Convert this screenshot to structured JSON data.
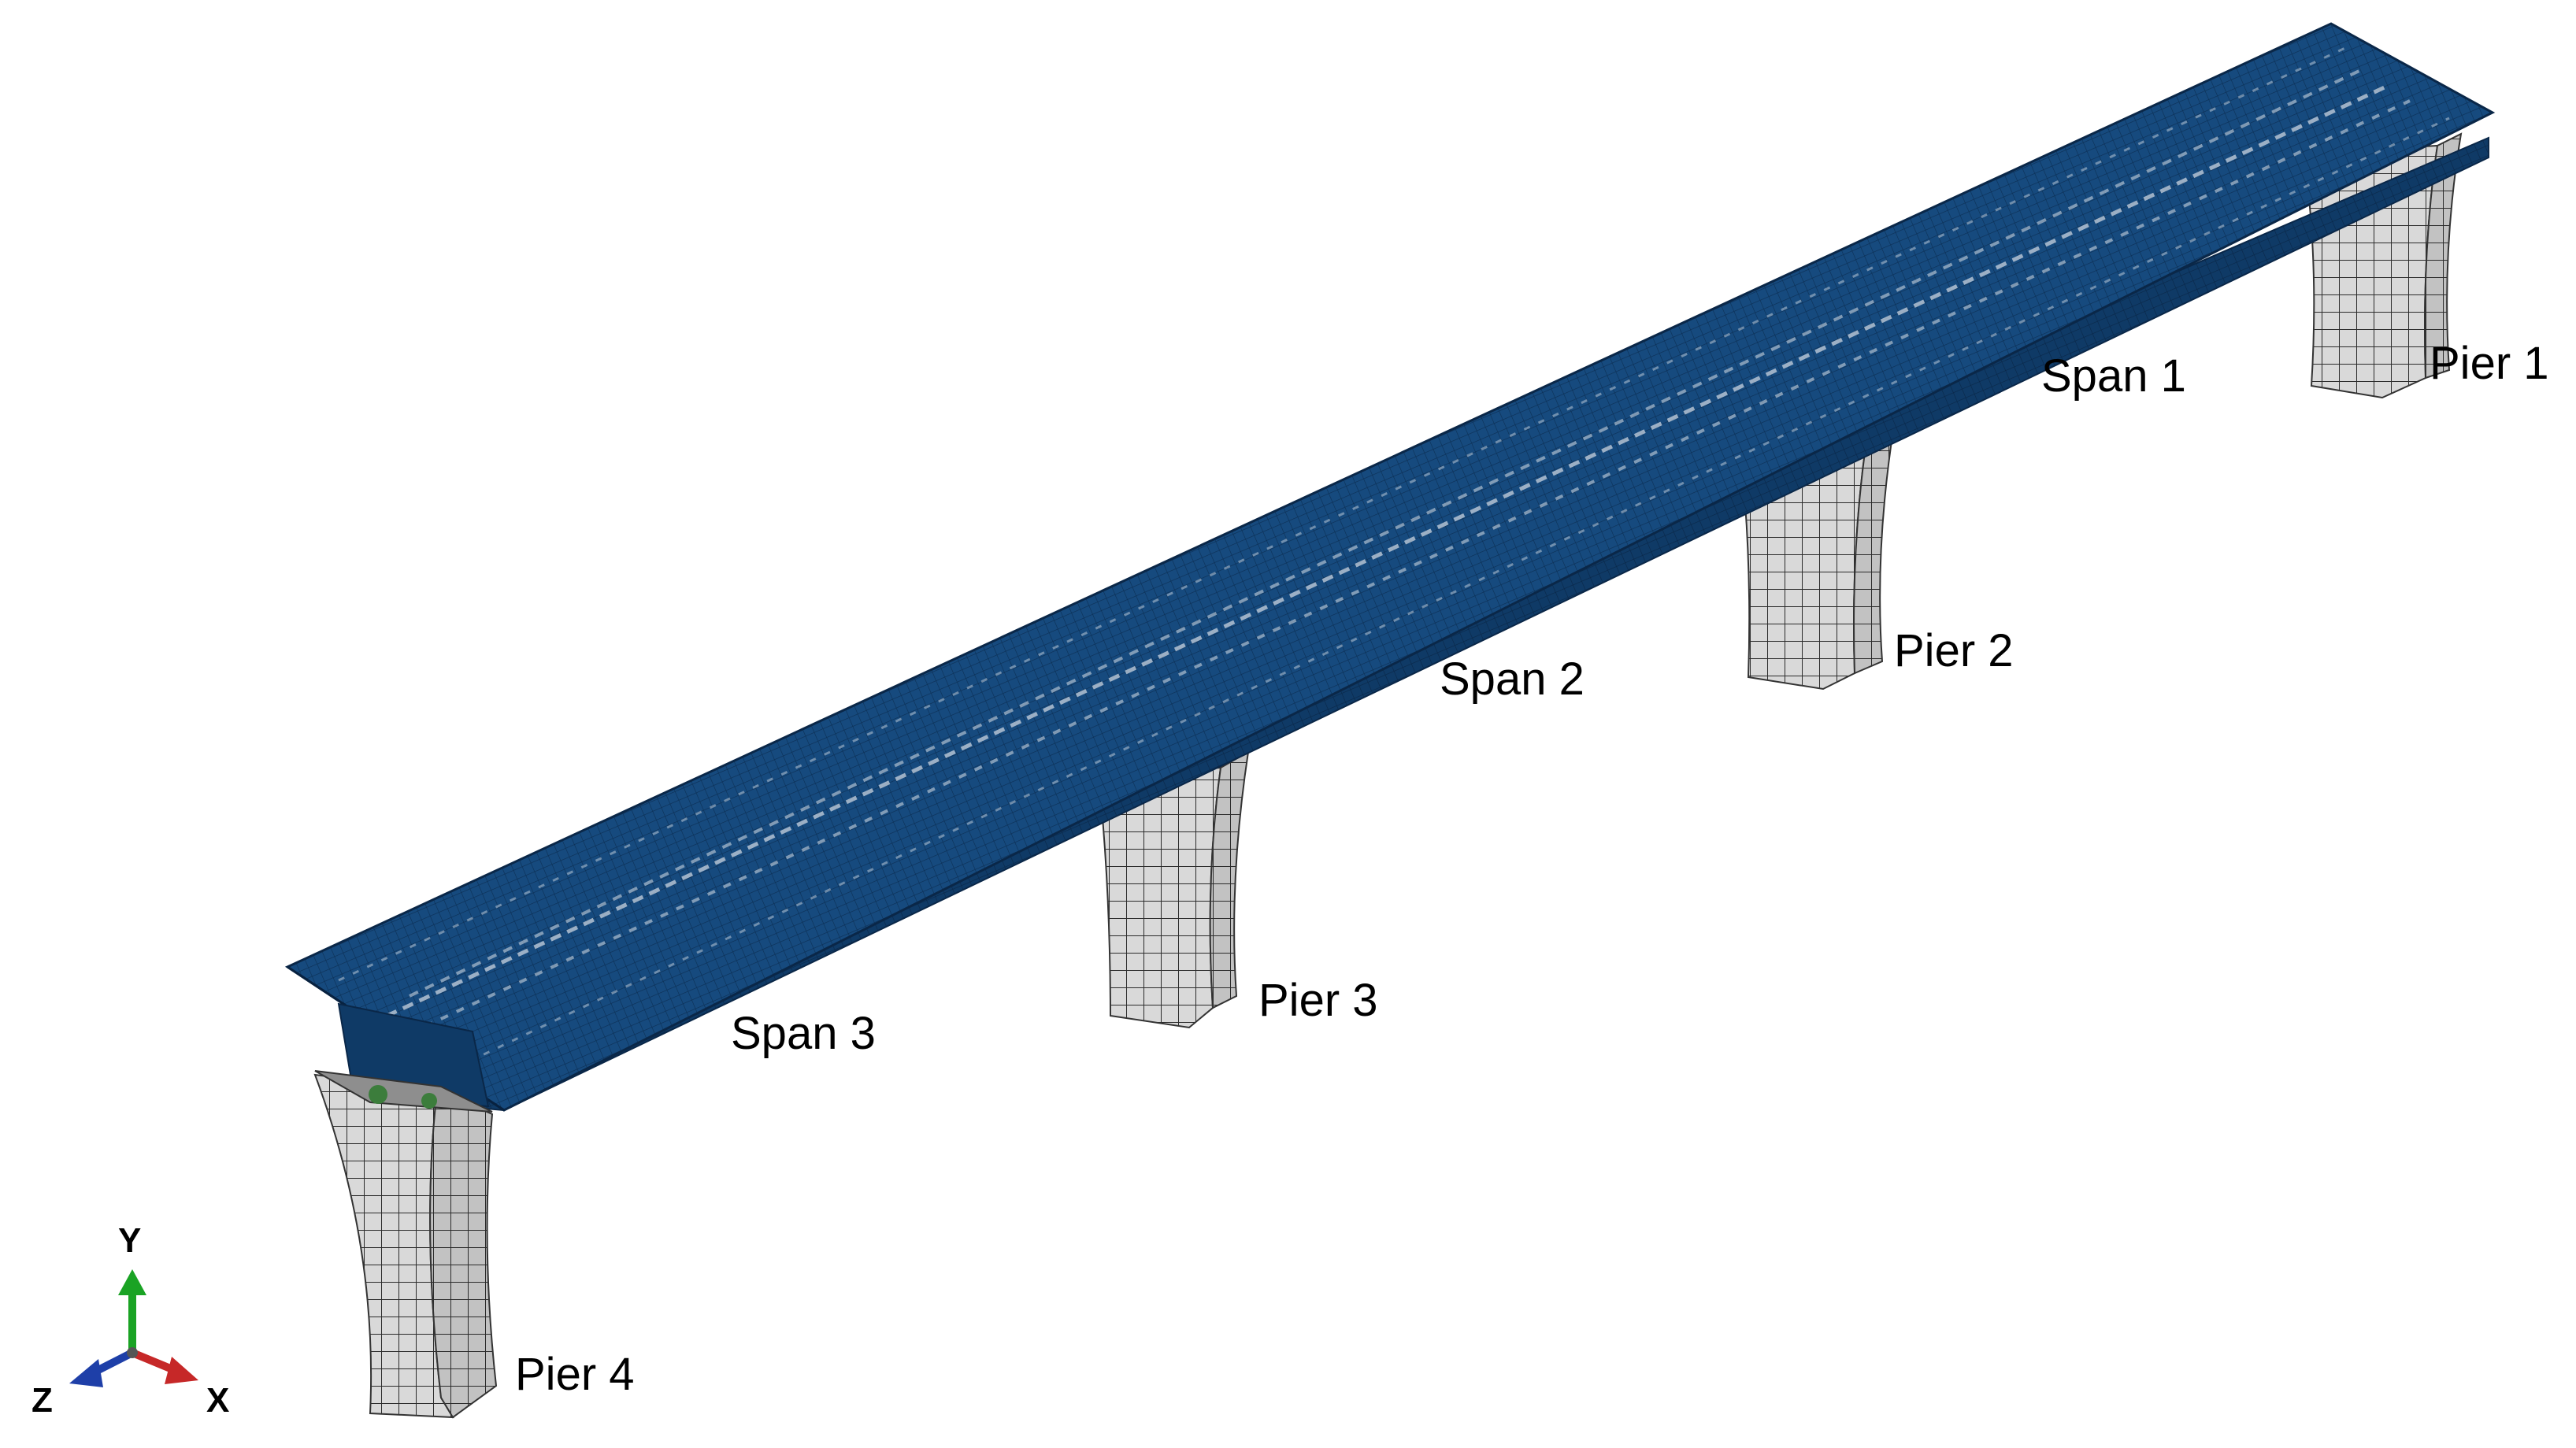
{
  "colors": {
    "deck": "#164a7e",
    "deck_dark": "#0f3a66",
    "deck_mesh": "#0c2f54",
    "deck_detail": "#c9d3de",
    "pier": "#d9d9d9",
    "pier_side": "#bdbdbd",
    "pier_mesh": "#2b2b2b",
    "axis_y": "#1aa324",
    "axis_x": "#c62828",
    "axis_z": "#1e3fa8",
    "background": "#ffffff"
  },
  "labels": {
    "span_1": "Span 1",
    "span_2": "Span 2",
    "span_3": "Span 3",
    "pier_1": "Pier 1",
    "pier_2": "Pier 2",
    "pier_3": "Pier 3",
    "pier_4": "Pier 4"
  },
  "triad": {
    "y_label": "Y",
    "x_label": "X",
    "z_label": "Z",
    "icon": "axis-triad-icon"
  }
}
